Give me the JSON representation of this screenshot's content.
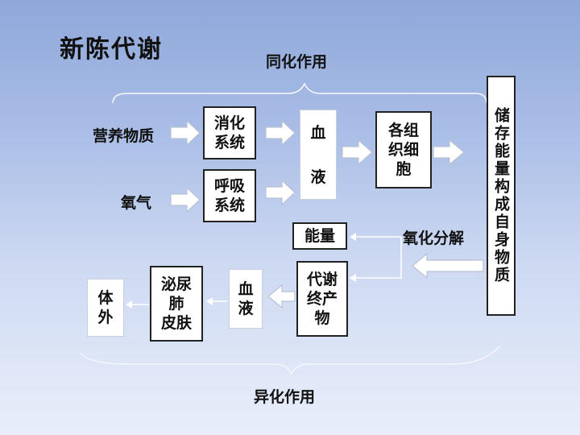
{
  "title": "新陈代谢",
  "anabolism_label": "同化作用",
  "catabolism_label": "异化作用",
  "inputs": {
    "nutrients": "营养物质",
    "oxygen": "氧气"
  },
  "boxes": {
    "digestive": "消化\n系统",
    "respiratory": "呼吸\n系统",
    "blood_top_1": "血",
    "blood_top_2": "液",
    "cells": "各组\n织细\n胞",
    "storage": "储存能量构成自身物质",
    "energy": "能量",
    "metabolic_waste": "代谢\n终产\n物",
    "blood_bottom": "血\n液",
    "excretion": "泌尿\n肺\n皮肤",
    "outside": "体\n外"
  },
  "oxidation_label": "氧化分解",
  "colors": {
    "arrow_fill": "#ffffff",
    "arrow_stroke": "#b8c2d4",
    "line": "#ffffff"
  }
}
